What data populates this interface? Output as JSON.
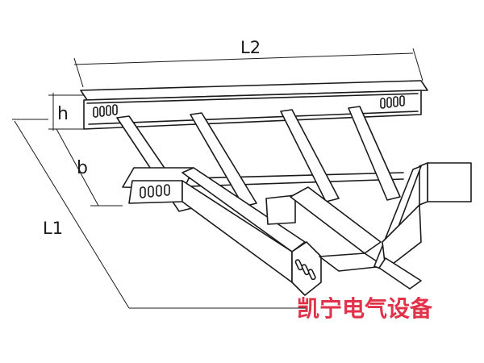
{
  "diagram": {
    "labels": {
      "length_2": "L2",
      "height": "h",
      "width": "b",
      "length_1": "L1"
    },
    "watermark": {
      "text": "凯宁电气设备",
      "color": "#e0334a"
    }
  }
}
